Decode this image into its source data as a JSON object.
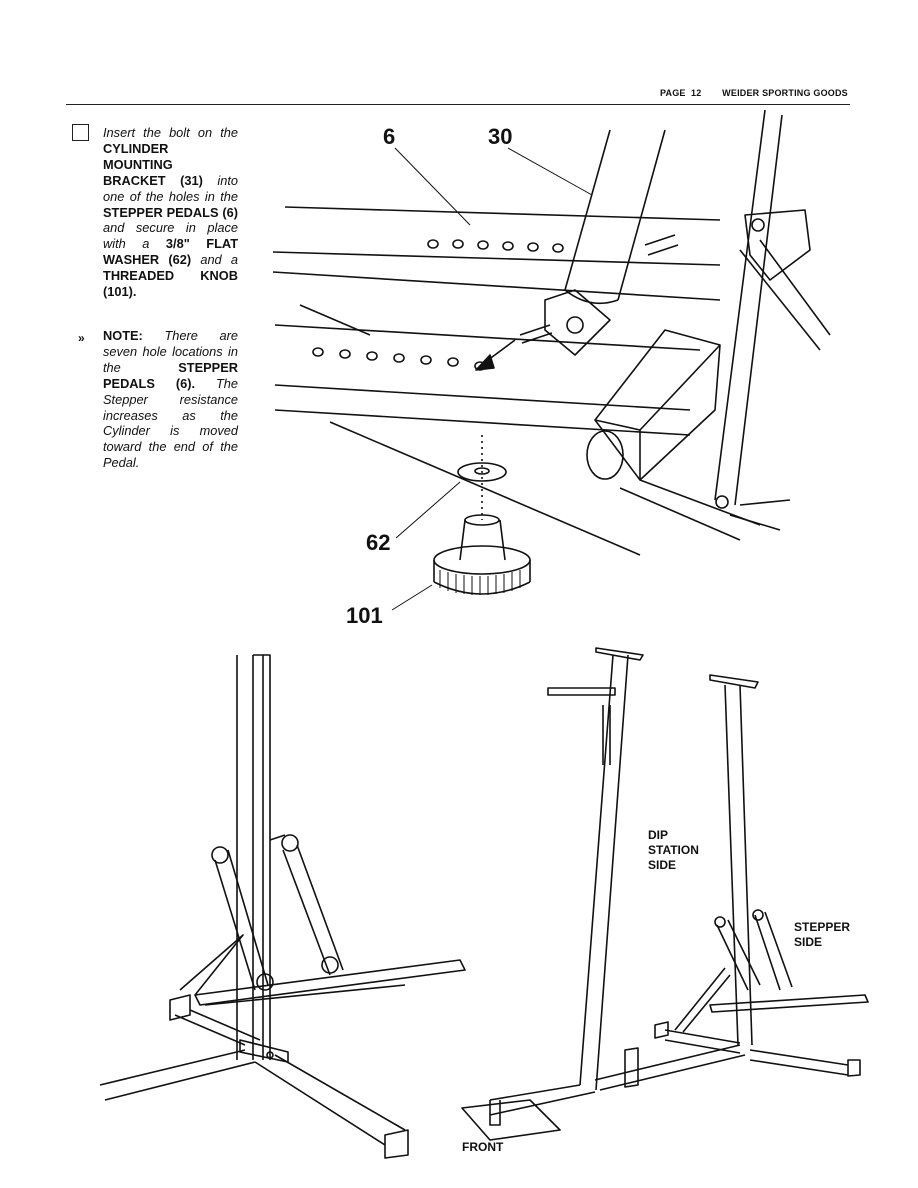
{
  "header": {
    "page_label": "PAGE",
    "page_number": "12",
    "brand": "WEIDER SPORTING GOODS"
  },
  "instruction": {
    "t1": "Insert the bolt on the",
    "t2": "CYLINDER MOUNTING BRACKET (31)",
    "t3": "into one of the holes in the",
    "t4": "STEPPER PEDALS (6)",
    "t5": "and secure in place with a",
    "t6": "3/8\" FLAT WASHER (62)",
    "t7": "and a",
    "t8": "THREADED KNOB (101)."
  },
  "note": {
    "mark": "»",
    "n1": "NOTE:",
    "n2": "There are seven hole locations in the",
    "n3": "STEPPER PEDALS (6).",
    "n4": "The Stepper resistance increases as the Cylinder is moved toward the end of the Pedal."
  },
  "callouts": {
    "c6": "6",
    "c30": "30",
    "c62": "62",
    "c101": "101"
  },
  "labels": {
    "dip1": "DIP",
    "dip2": "STATION",
    "dip3": "SIDE",
    "step1": "STEPPER",
    "step2": "SIDE",
    "front": "FRONT"
  }
}
